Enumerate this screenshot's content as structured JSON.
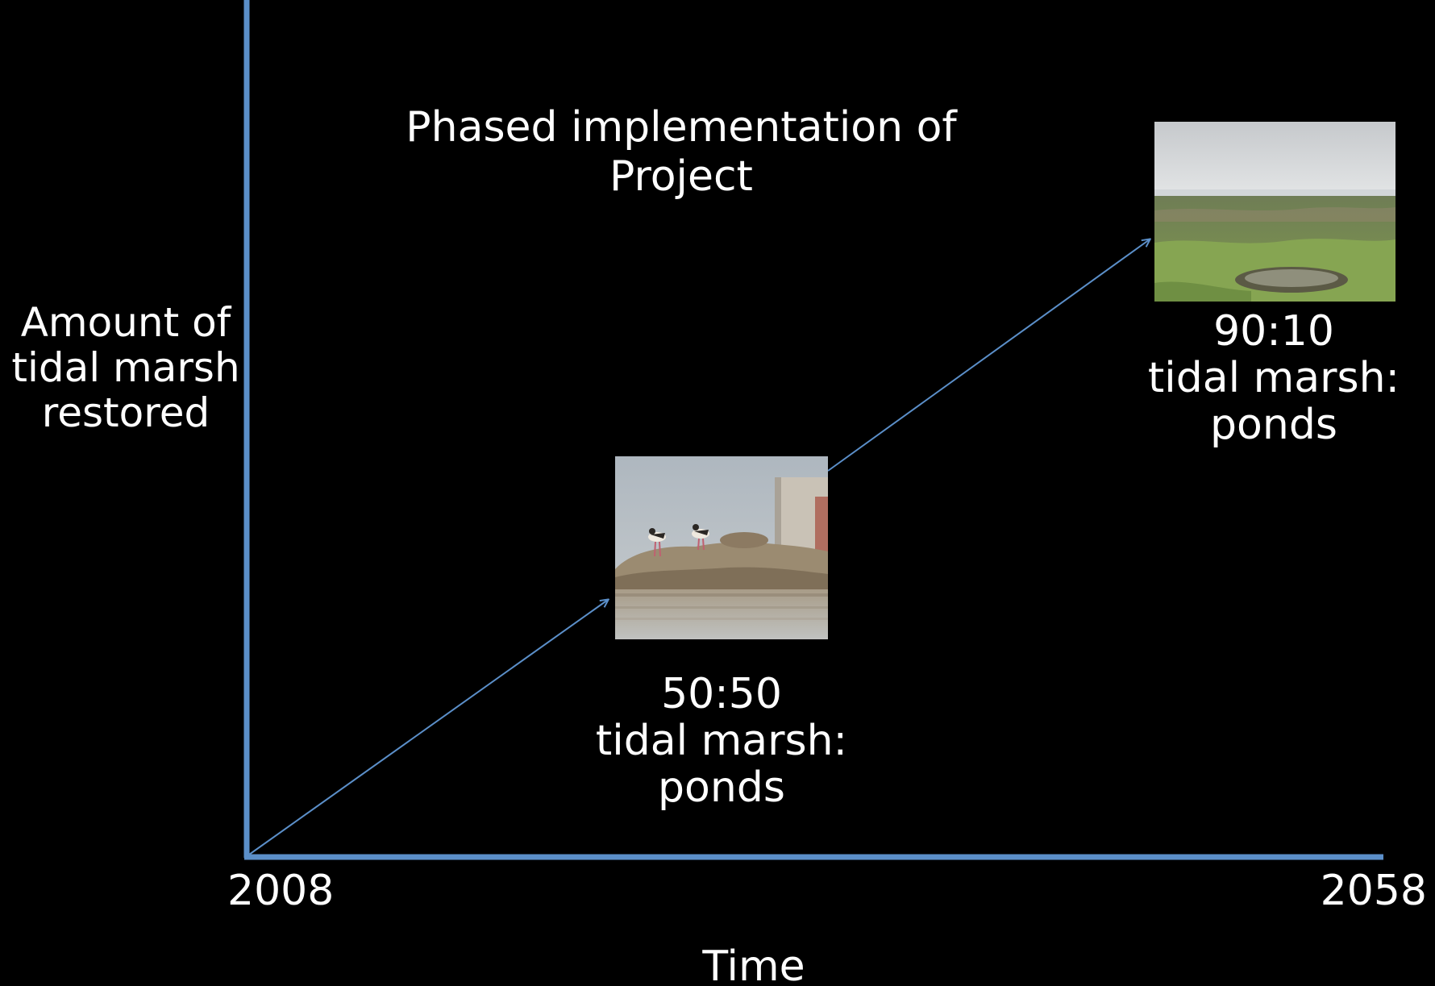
{
  "title_partial": "",
  "diagram": {
    "center_title": [
      "Phased implementation of",
      "Project"
    ],
    "y_axis_label": [
      "Amount of",
      "tidal marsh",
      "restored"
    ],
    "x_axis_label": "Time",
    "x_start_label": "2008",
    "x_end_label": "2058",
    "stages": [
      {
        "ratio": "50:50",
        "line2": "tidal marsh:",
        "line3": "ponds",
        "photo_name": "wading-birds-pond-photo"
      },
      {
        "ratio": "90:10",
        "line2": "tidal marsh:",
        "line3": "ponds",
        "photo_name": "tidal-marsh-photo"
      }
    ]
  },
  "colors": {
    "background": "#000000",
    "axis": "#5b8fc9",
    "arrow": "#5b8fc9",
    "text": "#ffffff"
  }
}
